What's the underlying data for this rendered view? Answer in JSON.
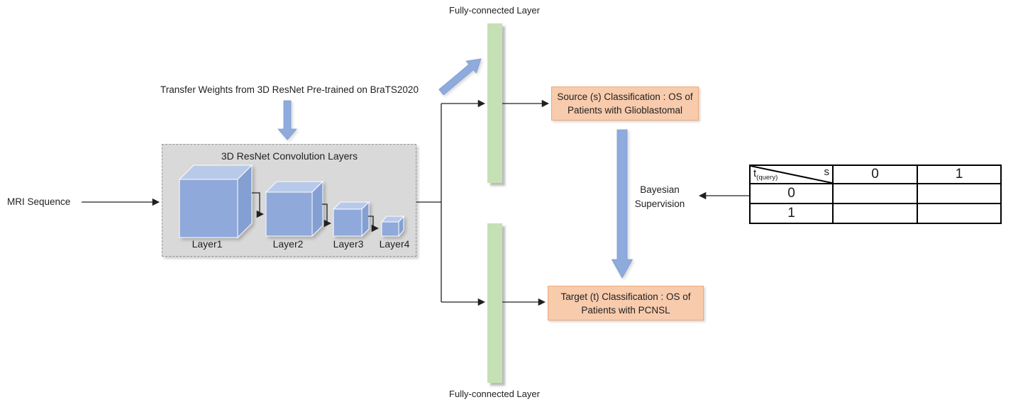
{
  "labels": {
    "mri": "MRI Sequence",
    "transfer": "Transfer Weights from 3D ResNet Pre-trained on BraTS2020",
    "fc_top": "Fully-connected Layer",
    "fc_bottom": "Fully-connected Layer",
    "bayesian_line1": "Bayesian",
    "bayesian_line2": "Supervision"
  },
  "resnet": {
    "title": "3D ResNet Convolution Layers",
    "layers": [
      {
        "label": "Layer1"
      },
      {
        "label": "Layer2"
      },
      {
        "label": "Layer3"
      },
      {
        "label": "Layer4"
      }
    ]
  },
  "classification": {
    "source": "Source (s) Classification : OS of Patients with Glioblastomal",
    "target": "Target (t) Classification : OS of Patients with PCNSL"
  },
  "table": {
    "corner_row_var": "t",
    "corner_row_sub": "(query)",
    "corner_col_var": "s",
    "col_headers": [
      "0",
      "1"
    ],
    "row_headers": [
      "0",
      "1"
    ],
    "rows": [
      [
        "",
        ""
      ],
      [
        "",
        ""
      ]
    ]
  },
  "colors": {
    "accent_blue": "#8FAADC",
    "accent_green": "#C5E0B4",
    "accent_orange": "#F8CBAD",
    "cube_front": "#8FA9DB",
    "cube_top": "#B9C9EA",
    "cube_side": "#84A0D3",
    "panel_gray": "#D9D9D9"
  }
}
